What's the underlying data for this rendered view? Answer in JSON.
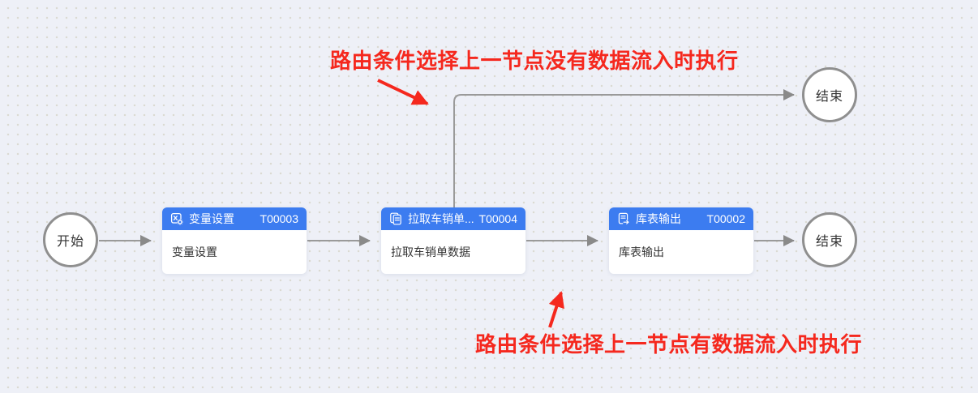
{
  "canvas": {
    "background_color": "#eef0f7",
    "dot_color": "#dbdad2",
    "colors": {
      "node_header_blue": "#3c7cf0",
      "connector_gray": "#9a9a9a",
      "arrowhead_gray": "#8a8a8a",
      "terminal_border_gray": "#8f8f8f",
      "annotation_red": "#f5281e",
      "node_text": "#333333"
    }
  },
  "flow": {
    "start": {
      "label": "开始"
    },
    "ends": [
      {
        "label": "结束"
      },
      {
        "label": "结束"
      }
    ],
    "nodes": [
      {
        "icon": "variable-settings-icon",
        "title": "变量设置",
        "code": "T00003",
        "body": "变量设置"
      },
      {
        "icon": "copy-document-icon",
        "title": "拉取车销单...",
        "code": "T00004",
        "body": "拉取车销单数据"
      },
      {
        "icon": "table-output-icon",
        "title": "库表输出",
        "code": "T00002",
        "body": "库表输出"
      }
    ],
    "annotations": [
      {
        "text": "路由条件选择上一节点没有数据流入时执行",
        "target": "route-to-top-end"
      },
      {
        "text": "路由条件选择上一节点有数据流入时执行",
        "target": "route-to-output-node"
      }
    ]
  }
}
